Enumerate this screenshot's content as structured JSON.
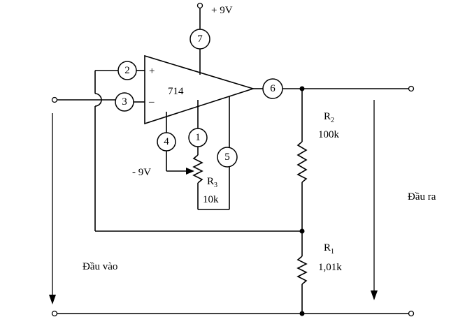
{
  "supply_pos": "+ 9V",
  "supply_neg": "- 9V",
  "opamp": {
    "name": "714",
    "plus_sign": "+",
    "minus_sign": "–"
  },
  "pins": [
    "7",
    "2",
    "3",
    "6",
    "4",
    "1",
    "5"
  ],
  "r2": {
    "name": "R",
    "sub": "2",
    "value": "100k"
  },
  "r3": {
    "name": "R",
    "sub": "3",
    "value": "10k"
  },
  "r1": {
    "name": "R",
    "sub": "1",
    "value": "1,01k"
  },
  "input_label": "Đầu vào",
  "output_label": "Đầu ra"
}
